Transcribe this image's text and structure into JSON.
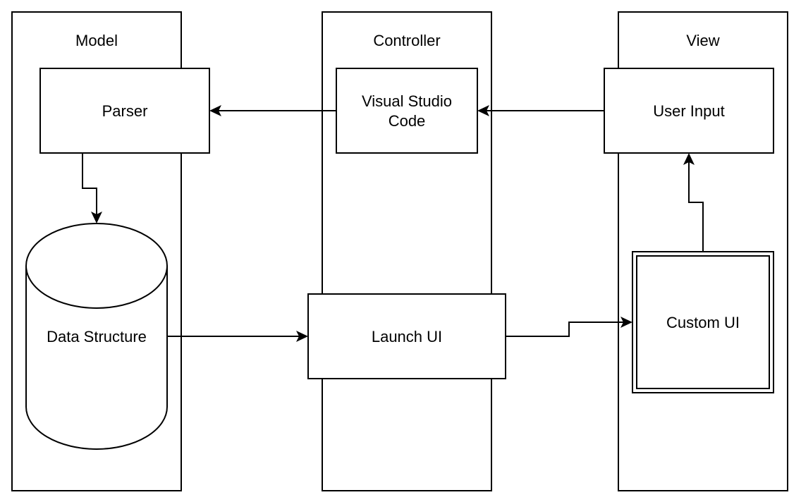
{
  "lanes": {
    "model": "Model",
    "controller": "Controller",
    "view": "View"
  },
  "nodes": {
    "parser": "Parser",
    "vscode_line1": "Visual Studio",
    "vscode_line2": "Code",
    "user_input": "User Input",
    "data_structure": "Data Structure",
    "launch_ui": "Launch UI",
    "custom_ui": "Custom UI"
  },
  "edges": [
    {
      "from": "Visual Studio Code",
      "to": "Parser"
    },
    {
      "from": "User Input",
      "to": "Visual Studio Code"
    },
    {
      "from": "Parser",
      "to": "Data Structure"
    },
    {
      "from": "Data Structure",
      "to": "Launch UI"
    },
    {
      "from": "Launch UI",
      "to": "Custom UI"
    },
    {
      "from": "Custom UI",
      "to": "User Input"
    }
  ]
}
